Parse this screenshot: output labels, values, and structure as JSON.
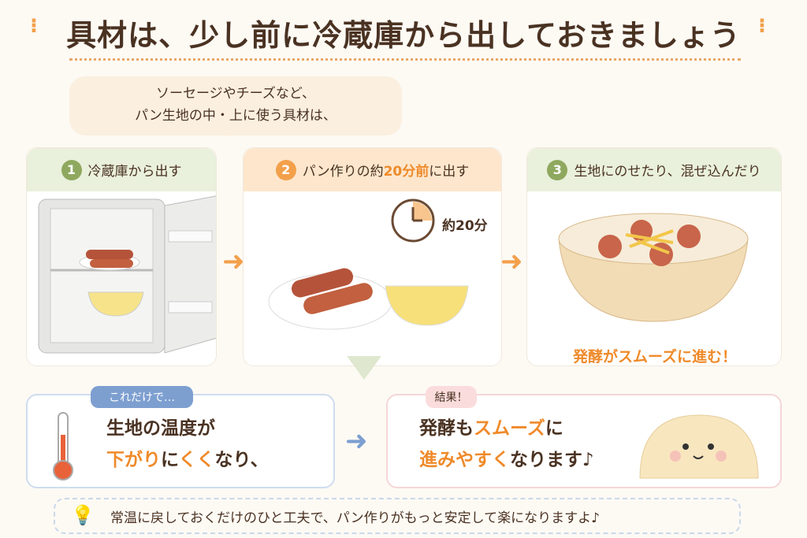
{
  "title": "具材は、少し前に冷蔵庫から出しておきましょう",
  "intro": {
    "line1": "ソーセージやチーズなど、",
    "line2": "パン生地の中・上に使う具材は、"
  },
  "steps": [
    {
      "num": "1",
      "label": "冷蔵庫から出す"
    },
    {
      "num": "2",
      "label_a": "パン作りの約",
      "label_b": "20分前",
      "label_c": "に出す",
      "clock_label": "約20分"
    },
    {
      "num": "3",
      "label": "生地にのせたり、混ぜ込んだり",
      "caption": "発酵がスムーズに進む！"
    }
  ],
  "effect": {
    "tag": "これだけで…",
    "line1": "生地の温度が",
    "line2_a": "下がり",
    "line2_b": "に",
    "line2_c": "くく",
    "line2_d": "なり、"
  },
  "result": {
    "tag": "結果！",
    "line1_a": "発酵も",
    "line1_b": "スムーズ",
    "line1_c": "に",
    "line2_a": "進みやすく",
    "line2_b": "なります♪"
  },
  "footer": "常温に戻しておくだけのひと工夫で、パン作りがもっと安定して楽になりますよ♪",
  "colors": {
    "accent": "#ef8a2a",
    "green": "#8fa85f",
    "blue": "#7d9fd0",
    "pink": "#f2c2c2",
    "text": "#4a3222"
  }
}
